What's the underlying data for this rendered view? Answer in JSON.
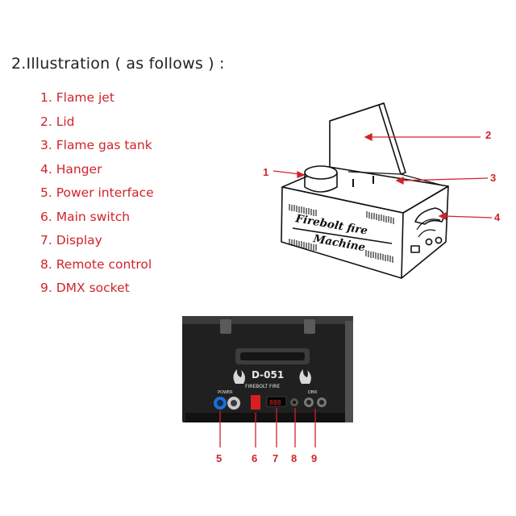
{
  "heading": "2.Illustration ( as follows ) :",
  "parts": [
    "1. Flame jet",
    "2. Lid",
    "3. Flame gas tank",
    "4. Hanger",
    "5. Power interface",
    "6. Main switch",
    "7. Display",
    "8. Remote control",
    "9. DMX socket"
  ],
  "machine_label": {
    "line1": "Firebolt fire",
    "line2": "Machine"
  },
  "callouts_top": [
    "1",
    "2",
    "3",
    "4"
  ],
  "callouts_bottom": [
    "5",
    "6",
    "7",
    "8",
    "9"
  ],
  "panel": {
    "model": "D-051",
    "brand": "FIREBOLT FIRE",
    "power": "POWER",
    "dmx": "DMX",
    "display": "888"
  },
  "colors": {
    "accent": "#d0242a",
    "panel": "#1e1e1e",
    "power_in": "#1f6fd6"
  }
}
